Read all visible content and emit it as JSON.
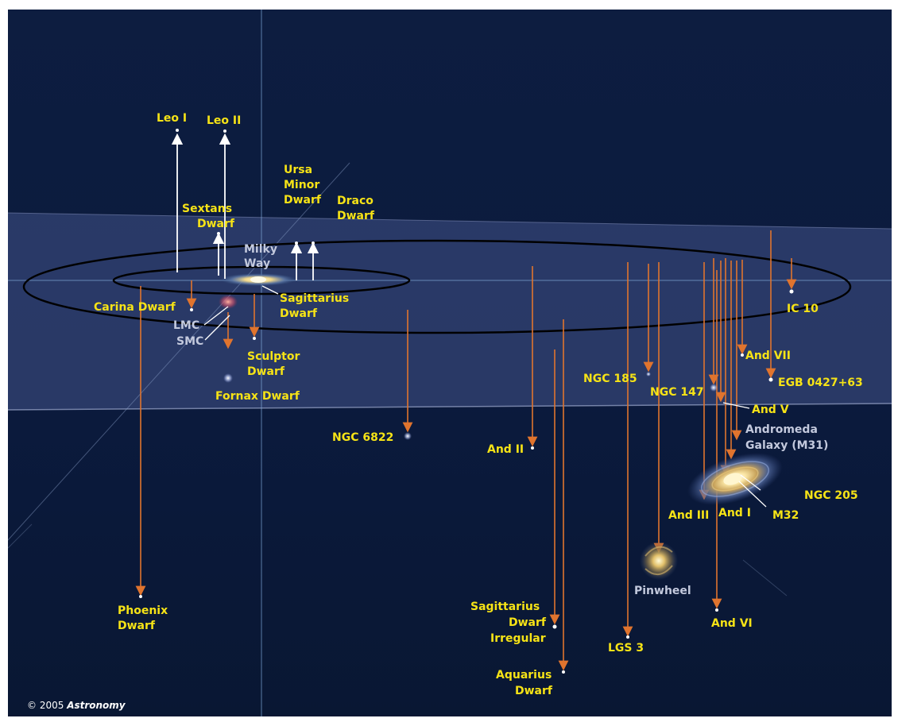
{
  "colors": {
    "background": "#0b1a3d",
    "label_yellow": "#f6e316",
    "label_white": "#c3c9dd",
    "down_arrow": "#e0742e",
    "up_arrow": "#ffffff",
    "plane": "#4a5a90",
    "orbit": "#000000"
  },
  "labels": {
    "leo1": "Leo I",
    "leo2": "Leo II",
    "ursa": [
      "Ursa",
      "Minor",
      "Dwarf"
    ],
    "draco": [
      "Draco",
      "Dwarf"
    ],
    "sextans": [
      "Sextans",
      "Dwarf"
    ],
    "milkyway": [
      "Milky",
      "Way"
    ],
    "carina": "Carina Dwarf",
    "sagittarius": [
      "Sagittarius",
      "Dwarf"
    ],
    "lmc": "LMC",
    "smc": "SMC",
    "sculptor": [
      "Sculptor",
      "Dwarf"
    ],
    "fornax": "Fornax Dwarf",
    "ngc6822": "NGC 6822",
    "and2": "And II",
    "ic10": "IC 10",
    "and7": "And VII",
    "ngc185": "NGC 185",
    "ngc147": "NGC 147",
    "egb": "EGB 0427+63",
    "and5": "And V",
    "andromeda": [
      "Andromeda",
      "Galaxy (M31)"
    ],
    "ngc205": "NGC 205",
    "and3": "And III",
    "and1": "And I",
    "m32": "M32",
    "pinwheel": "Pinwheel",
    "and6": "And VI",
    "phoenix": [
      "Phoenix",
      "Dwarf"
    ],
    "sagirr": [
      "Sagittarius",
      "Dwarf",
      "Irregular"
    ],
    "lgs3": "LGS 3",
    "aquarius": [
      "Aquarius",
      "Dwarf"
    ],
    "copyright": "© 2005",
    "copyright_brand": "Astronomy"
  }
}
